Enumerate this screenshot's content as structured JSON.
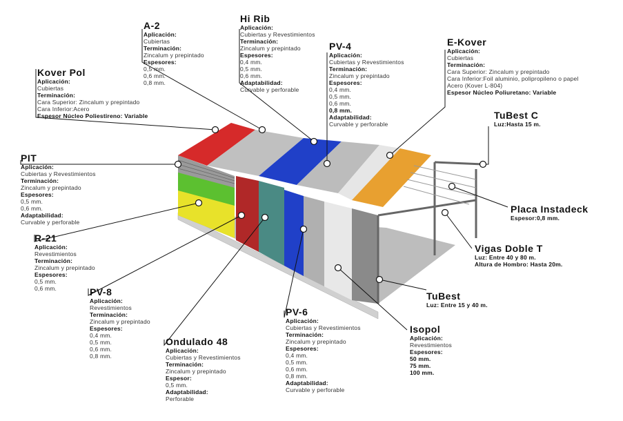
{
  "labels": {
    "a2": {
      "title": "A-2",
      "lines": [
        {
          "t": "Aplicación:",
          "h": true
        },
        {
          "t": "Cubiertas"
        },
        {
          "t": "Terminación:",
          "h": true
        },
        {
          "t": "Zincalum y prepintado"
        },
        {
          "t": "Espesores:",
          "h": true
        },
        {
          "t": "0,5 mm."
        },
        {
          "t": "0,6 mm."
        },
        {
          "t": "0,8 mm."
        }
      ]
    },
    "hirib": {
      "title": "Hi Rib",
      "lines": [
        {
          "t": "Aplicación:",
          "h": true
        },
        {
          "t": "Cubiertas y Revestimientos"
        },
        {
          "t": "Terminación:",
          "h": true
        },
        {
          "t": "Zincalum y prepintado"
        },
        {
          "t": "Espesores:",
          "h": true
        },
        {
          "t": "0,4 mm."
        },
        {
          "t": "0,5 mm."
        },
        {
          "t": "0,6 mm."
        },
        {
          "t": "Adaptabilidad:",
          "h": true
        },
        {
          "t": "Curvable y perforable"
        }
      ]
    },
    "pv4": {
      "title": "PV-4",
      "lines": [
        {
          "t": "Aplicación:",
          "h": true
        },
        {
          "t": "Cubiertas y Revestimientos"
        },
        {
          "t": "Terminación:",
          "h": true
        },
        {
          "t": "Zincalum y prepintado"
        },
        {
          "t": "Espesores:",
          "h": true
        },
        {
          "t": "0,4 mm."
        },
        {
          "t": "0,5 mm."
        },
        {
          "t": "0,6 mm."
        },
        {
          "t": "0,8 mm.",
          "b": true
        },
        {
          "t": "Adaptabilidad:",
          "h": true
        },
        {
          "t": "Curvable y perforable"
        }
      ]
    },
    "ekover": {
      "title": "E-Kover",
      "lines": [
        {
          "t": "Aplicación:",
          "h": true
        },
        {
          "t": "Cubiertas"
        },
        {
          "t": "Terminación:",
          "h": true
        },
        {
          "t": "Cara Superior: Zincalum y prepintado"
        },
        {
          "t": "Cara Inferior:Foil aluminio, polipropileno o papel"
        },
        {
          "t": "                   Acero (Kover L-804)"
        },
        {
          "t": "Espesor Núcleo Poliuretano: Variable",
          "h": true
        }
      ]
    },
    "koverpol": {
      "title": "Kover Pol",
      "lines": [
        {
          "t": "Aplicación:",
          "h": true
        },
        {
          "t": "Cubiertas"
        },
        {
          "t": "Terminación:",
          "h": true
        },
        {
          "t": "Cara Superior: Zincalum y prepintado"
        },
        {
          "t": "Cara Inferior:Acero"
        },
        {
          "t": "Espesor Núcleo Poliestireno: Variable",
          "h": true
        }
      ]
    },
    "tubestc": {
      "title": "TuBest C",
      "lines": [
        {
          "t": "Luz:Hasta 15 m.",
          "h": true
        }
      ]
    },
    "pit": {
      "title": "PIT",
      "lines": [
        {
          "t": "Aplicación:",
          "h": true
        },
        {
          "t": "Cubiertas y Revestimientos"
        },
        {
          "t": "Terminación:",
          "h": true
        },
        {
          "t": "Zincalum y prepintado"
        },
        {
          "t": "Espesores:",
          "h": true
        },
        {
          "t": "0,5 mm."
        },
        {
          "t": "0,6 mm."
        },
        {
          "t": "Adaptabilidad:",
          "h": true
        },
        {
          "t": "Curvable y perforable"
        }
      ]
    },
    "placa": {
      "title": "Placa Instadeck",
      "lines": [
        {
          "t": "Espesor:0,8 mm.",
          "h": true
        }
      ]
    },
    "r21": {
      "title": "R-21",
      "lines": [
        {
          "t": "Aplicación:",
          "h": true
        },
        {
          "t": "Revestimientos"
        },
        {
          "t": "Terminación:",
          "h": true
        },
        {
          "t": "Zincalum y prepintado"
        },
        {
          "t": "Espesores:",
          "h": true
        },
        {
          "t": "0,5 mm."
        },
        {
          "t": "0,6 mm."
        }
      ]
    },
    "vigas": {
      "title": "Vigas Doble T",
      "lines": [
        {
          "t": "Luz: Entre 40 y 80 m.",
          "h": true
        },
        {
          "t": "Altura de Hombro: Hasta 20m.",
          "h": true
        }
      ]
    },
    "pv8": {
      "title": "PV-8",
      "lines": [
        {
          "t": "Aplicación:",
          "h": true
        },
        {
          "t": "Revestimientos"
        },
        {
          "t": "Terminación:",
          "h": true
        },
        {
          "t": "Zincalum y prepintado"
        },
        {
          "t": "Espesores:",
          "h": true
        },
        {
          "t": "0,4 mm."
        },
        {
          "t": "0,5 mm."
        },
        {
          "t": "0,6 mm."
        },
        {
          "t": "0,8 mm."
        }
      ]
    },
    "tubest": {
      "title": "TuBest",
      "lines": [
        {
          "t": "Luz: Entre 15 y 40 m.",
          "h": true
        }
      ]
    },
    "pv6": {
      "title": "PV-6",
      "lines": [
        {
          "t": "Aplicación:",
          "h": true
        },
        {
          "t": "Cubiertas y Revestimientos"
        },
        {
          "t": "Terminación:",
          "h": true
        },
        {
          "t": "Zincalum y prepintado"
        },
        {
          "t": "Espesores:",
          "h": true
        },
        {
          "t": "0,4 mm."
        },
        {
          "t": "0,5 mm."
        },
        {
          "t": "0,6 mm."
        },
        {
          "t": "0,8 mm."
        },
        {
          "t": "Adaptabilidad:",
          "h": true
        },
        {
          "t": "Curvable y perforable"
        }
      ]
    },
    "isopol": {
      "title": "Isopol",
      "lines": [
        {
          "t": "Aplicación:",
          "h": true
        },
        {
          "t": "Revestimientos"
        },
        {
          "t": "Espesores:",
          "h": true
        },
        {
          "t": "50 mm.",
          "b": true
        },
        {
          "t": "75 mm.",
          "b": true
        },
        {
          "t": "100 mm.",
          "b": true
        }
      ]
    },
    "ondulado": {
      "title": "Ondulado 48",
      "lines": [
        {
          "t": "Aplicación:",
          "h": true
        },
        {
          "t": "Cubiertas y Revestimientos"
        },
        {
          "t": "Terminación:",
          "h": true
        },
        {
          "t": "Zincalum y prepintado"
        },
        {
          "t": "Espesor:",
          "h": true
        },
        {
          "t": "0,5 mm."
        },
        {
          "t": "Adaptabilidad:",
          "h": true
        },
        {
          "t": "Perforable"
        }
      ]
    }
  },
  "colors": {
    "red": "#d62a2a",
    "blue": "#2040c8",
    "yellow": "#e8e22a",
    "green": "#5cc030",
    "orange": "#e8a030",
    "teal": "#4a8a84",
    "darkred": "#b02828",
    "steel": "#8a8a8a",
    "concrete": "#c8c8c8"
  }
}
